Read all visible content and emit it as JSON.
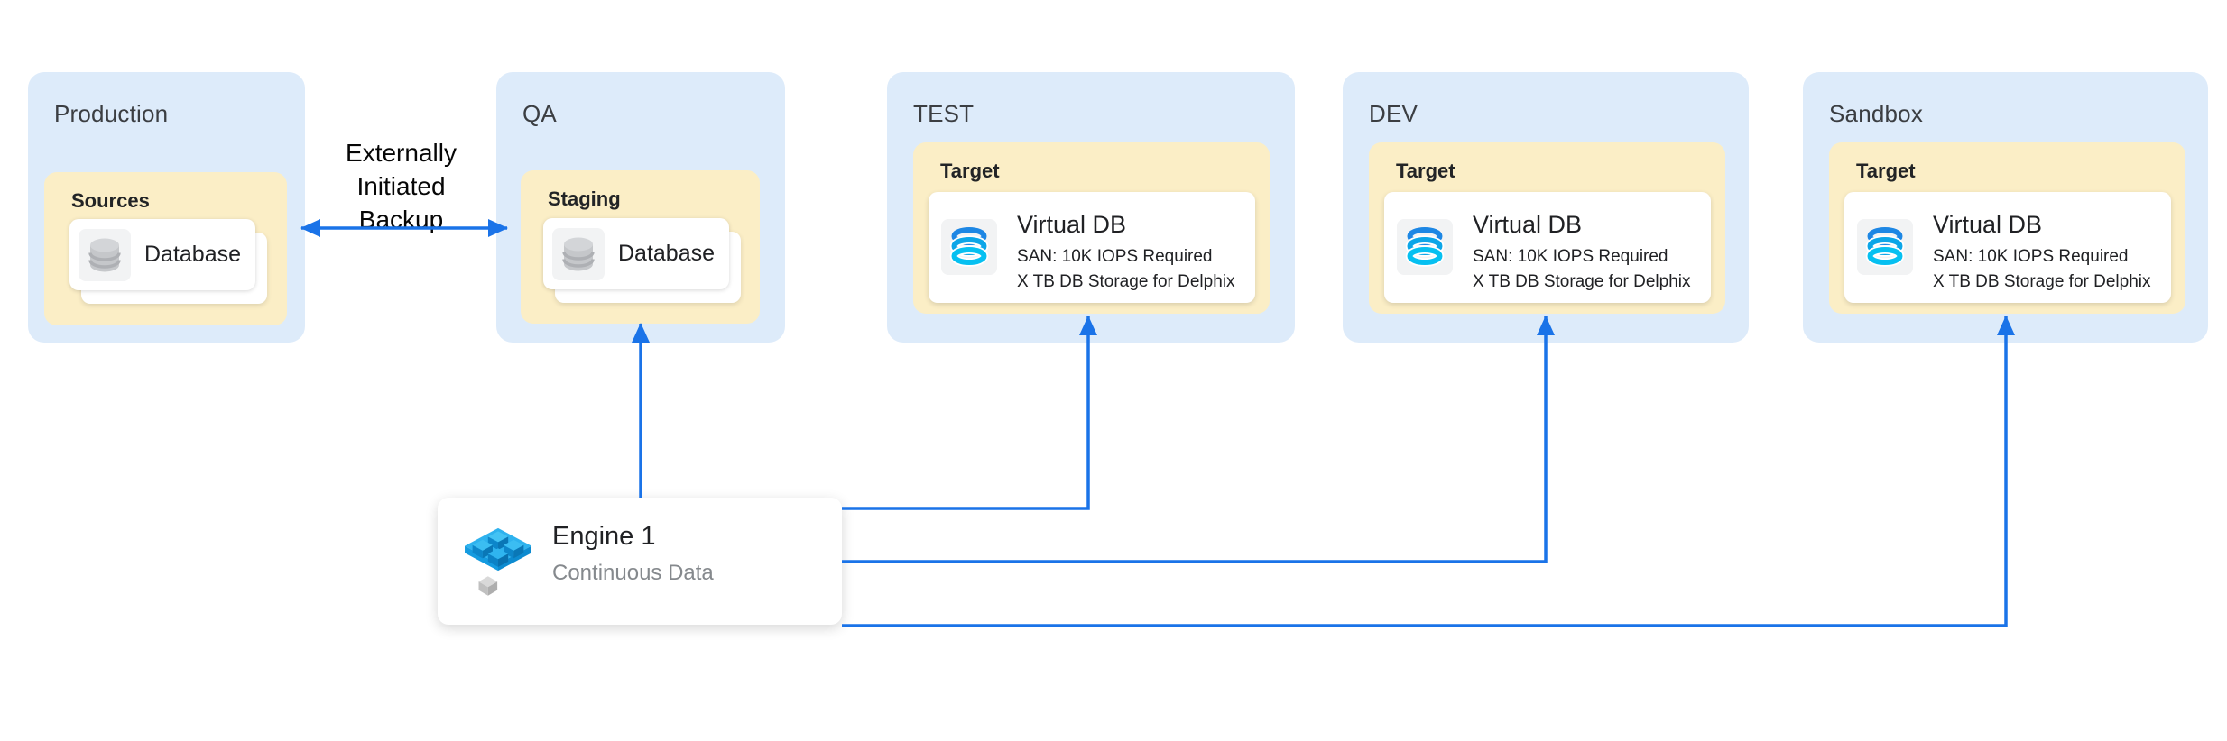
{
  "colors": {
    "environment_fill": "#ddebfa",
    "zone_fill": "#fbeec6",
    "card_fill": "#ffffff",
    "connector_blue": "#1a73e8",
    "title_text": "#3b3e42",
    "body_text": "#202124",
    "muted_text": "#85898d",
    "icon_chip_fill": "#f2f3f4",
    "virtual_db_ring_top": "#1d87e4",
    "virtual_db_ring_mid": "#0ca6e8",
    "virtual_db_ring_bottom": "#06c0f1"
  },
  "environments": [
    {
      "title": "Production",
      "zone_label": "Sources",
      "card": {
        "type": "database",
        "icon": "database-icon",
        "label": "Database"
      }
    },
    {
      "title": "QA",
      "zone_label": "Staging",
      "card": {
        "type": "database",
        "icon": "database-icon",
        "label": "Database"
      }
    },
    {
      "title": "TEST",
      "zone_label": "Target",
      "card": {
        "type": "virtual-db",
        "icon": "virtual-db-icon",
        "title": "Virtual DB",
        "line1": "SAN: 10K IOPS Required",
        "line2": "X TB DB Storage for Delphix"
      }
    },
    {
      "title": "DEV",
      "zone_label": "Target",
      "card": {
        "type": "virtual-db",
        "icon": "virtual-db-icon",
        "title": "Virtual DB",
        "line1": "SAN: 10K IOPS Required",
        "line2": "X TB DB Storage for Delphix"
      }
    },
    {
      "title": "Sandbox",
      "zone_label": "Target",
      "card": {
        "type": "virtual-db",
        "icon": "virtual-db-icon",
        "title": "Virtual DB",
        "line1": "SAN: 10K IOPS Required",
        "line2": "X TB DB Storage for Delphix"
      }
    }
  ],
  "engine": {
    "name": "Engine 1",
    "product": "Continuous Data",
    "icon": "engine-icon"
  },
  "connectors": {
    "backup": {
      "label": "Externally Initiated Backup",
      "style": "double-arrow",
      "from": "Production Sources",
      "to": "QA Staging"
    },
    "provisioning": [
      {
        "from": "Engine 1",
        "to": "QA Staging"
      },
      {
        "from": "Engine 1",
        "to": "TEST Target"
      },
      {
        "from": "Engine 1",
        "to": "DEV Target"
      },
      {
        "from": "Engine 1",
        "to": "Sandbox Target"
      }
    ]
  }
}
